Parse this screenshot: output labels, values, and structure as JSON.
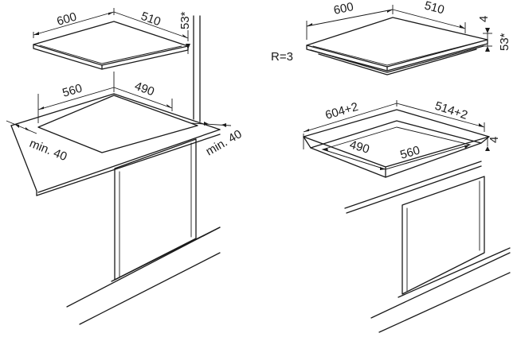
{
  "labels": {
    "left_top_width": "600",
    "left_top_depth": "510",
    "left_top_height": "53*",
    "left_cut_width": "560",
    "left_cut_depth": "490",
    "left_min_front": "min. 40",
    "left_min_side": "min. 40",
    "right_top_width": "600",
    "right_top_depth": "510",
    "right_thickness": "4",
    "right_height": "53*",
    "right_radius": "R=3",
    "right_rebate_width": "604+2",
    "right_rebate_depth": "514+2",
    "right_rebate_thickness": "4",
    "right_cut_depth": "490",
    "right_cut_width": "560"
  }
}
